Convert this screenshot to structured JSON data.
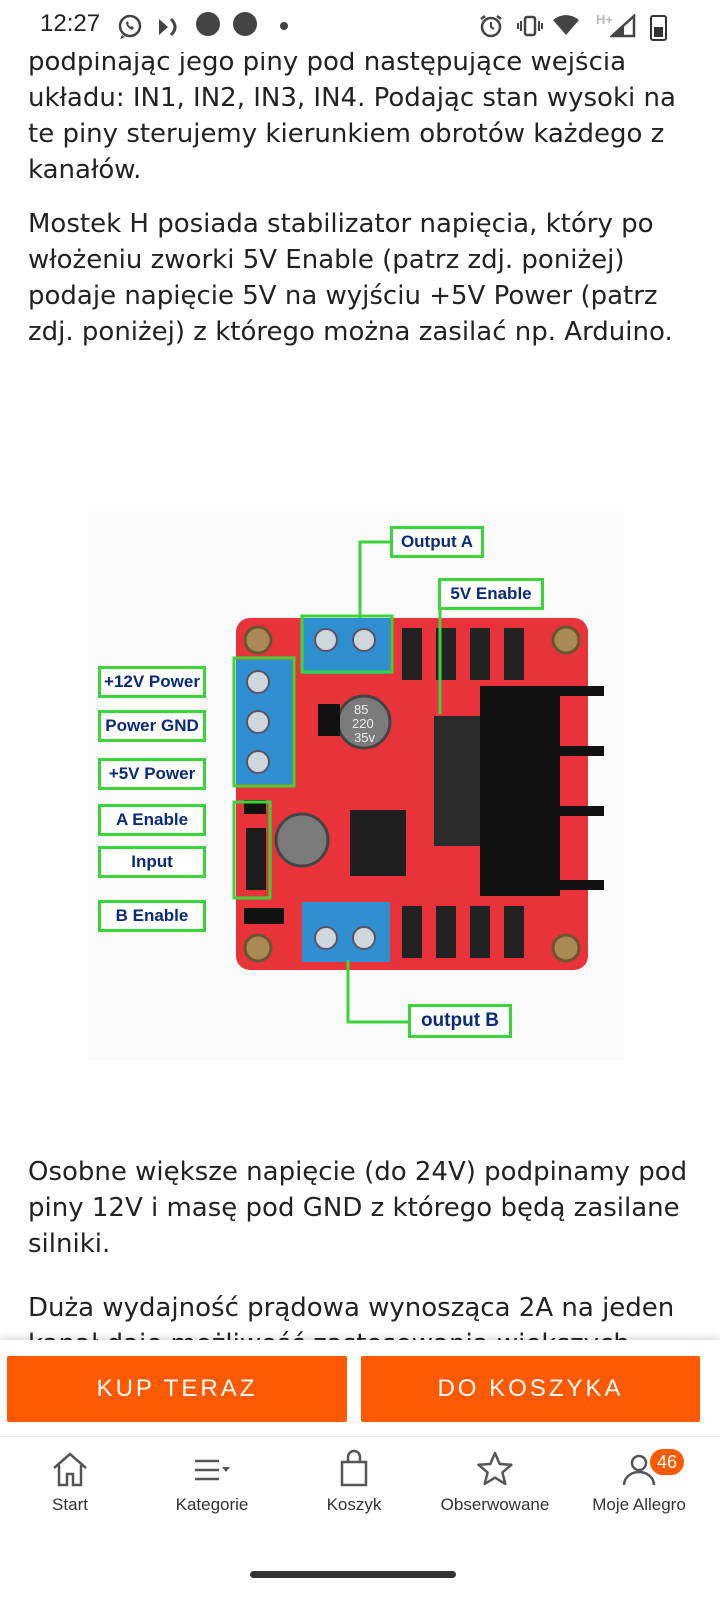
{
  "status_bar": {
    "time": "12:27",
    "network": "H+",
    "icons": [
      "whatsapp-icon",
      "messenger-icon",
      "notification-dot-icon",
      "notification-dot-icon",
      "more-dot-icon",
      "alarm-icon",
      "vibrate-icon",
      "wifi-icon",
      "signal-icon",
      "battery-icon"
    ]
  },
  "article": {
    "paragraphs": [
      "podpinając jego piny pod następujące wejścia układu: IN1, IN2, IN3, IN4. Podając stan wysoki na te piny sterujemy kierunkiem obrotów każdego z kanałów.",
      "Mostek H posiada stabilizator napięcia, który po włożeniu zworki 5V Enable (patrz zdj. poniżej) podaje napięcie 5V na wyjściu +5V Power (patrz zdj. poniżej) z którego można zasilać np. Arduino.",
      "Osobne większe napięcie (do 24V) podpinamy pod piny 12V i masę pod GND z którego będą zasilane silniki.",
      "Duża wydajność prądowa wynosząca 2A na jeden kanał daje możliwość zastosowania większych"
    ]
  },
  "figure": {
    "labels": {
      "output_a": "Output A",
      "enable_5v": "5V Enable",
      "power_12v": "+12V Power",
      "power_gnd": "Power GND",
      "power_5v": "+5V Power",
      "a_enable": "A Enable",
      "input": "Input",
      "b_enable": "B Enable",
      "output_b": "output B"
    },
    "capacitor_text": [
      "85",
      "220",
      "35v"
    ]
  },
  "buy_bar": {
    "buy_now": "KUP TERAZ",
    "add_to_cart": "DO KOSZYKA"
  },
  "bottom_nav": {
    "items": [
      {
        "label": "Start",
        "icon": "home-icon"
      },
      {
        "label": "Kategorie",
        "icon": "categories-icon"
      },
      {
        "label": "Koszyk",
        "icon": "cart-bag-icon"
      },
      {
        "label": "Obserwowane",
        "icon": "star-icon"
      },
      {
        "label": "Moje Allegro",
        "icon": "user-icon"
      }
    ],
    "badge": "46"
  },
  "colors": {
    "accent": "#ff5a00",
    "label_border": "#3bd43b",
    "label_text": "#0a2a7a",
    "pcb": "#e8333a",
    "terminal": "#2f8fd0"
  }
}
